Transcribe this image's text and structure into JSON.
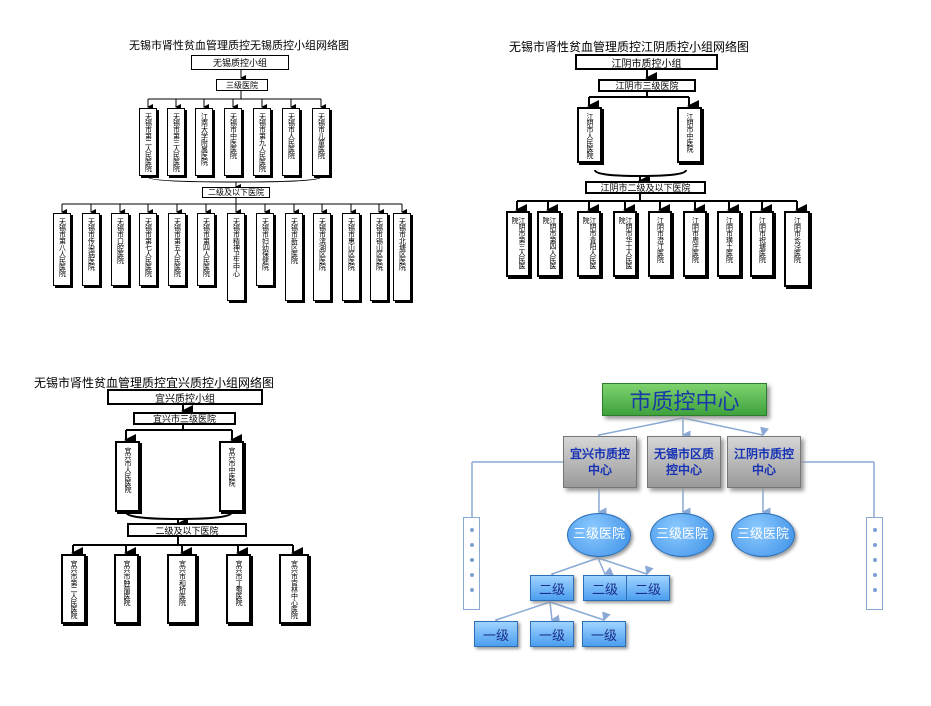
{
  "wuxi": {
    "title": "无锡市肾性贫血管理质控无锡质控小组网络图",
    "top": "无锡质控小组",
    "level3": "三级医院",
    "hospitals3": [
      "无锡市第二人民医院",
      "无锡市第三人民医院",
      "江南大学附属医院",
      "无锡市中医医院",
      "无锡市第九人民医院",
      "无锡市人民医院",
      "无锡市儿童医院"
    ],
    "level2": "二级及以下医院",
    "hospitals2": [
      "无锡市第八人民医院",
      "无锡市传染病医院",
      "无锡市口腔医院",
      "无锡市第七人民医院",
      "无锡市第五人民医院",
      "无锡市第四人民医院",
      "无锡市精神卫生中心",
      "无锡市妇幼保健院",
      "无锡市新区医院",
      "无锡市滨湖区医院",
      "无锡市惠山区医院",
      "无锡市锡山区医院",
      "无锡市北塘区医院"
    ]
  },
  "jiangyin": {
    "title": "无锡市肾性贫血管理质控江阴质控小组网络图",
    "top": "江阴市质控小组",
    "level3": "江阴市三级医院",
    "hospitals3": [
      "江阴市人民医院",
      "江阴市中医院"
    ],
    "level2": "江阴市二级及以下医院",
    "hospitals2": [
      "江阴市第三人民医院",
      "江阴市第四人民医院",
      "江阴市青阳人民医院",
      "江阴市华士人民医院",
      "江阴市澄江医院",
      "江阴市周庄医院",
      "江阴市璜土医院",
      "江阴市祝塘医院",
      "江阴市长泾医院"
    ]
  },
  "yixing": {
    "title": "无锡市肾性贫血管理质控宜兴质控小组网络图",
    "top": "宜兴质控小组",
    "level3": "宜兴市三级医院",
    "hospitals3": [
      "宜兴市人民医院",
      "宜兴市中医院"
    ],
    "level2": "二级及以下医院",
    "hospitals2": [
      "宜兴市第二人民医院",
      "宜兴市肿瘤医院",
      "宜兴市和桥医院",
      "宜兴市丁蜀医院",
      "宜兴市官林中心医院"
    ]
  },
  "center": {
    "title": "市质控中心",
    "districts": [
      "宜兴市质控中心",
      "无锡市区质控中心",
      "江阴市质控中心"
    ],
    "level3": [
      "三级医院",
      "三级医院",
      "三级医院"
    ],
    "level2": [
      "二级",
      "二级",
      "二级"
    ],
    "level1": [
      "一级",
      "一级",
      "一级"
    ]
  }
}
